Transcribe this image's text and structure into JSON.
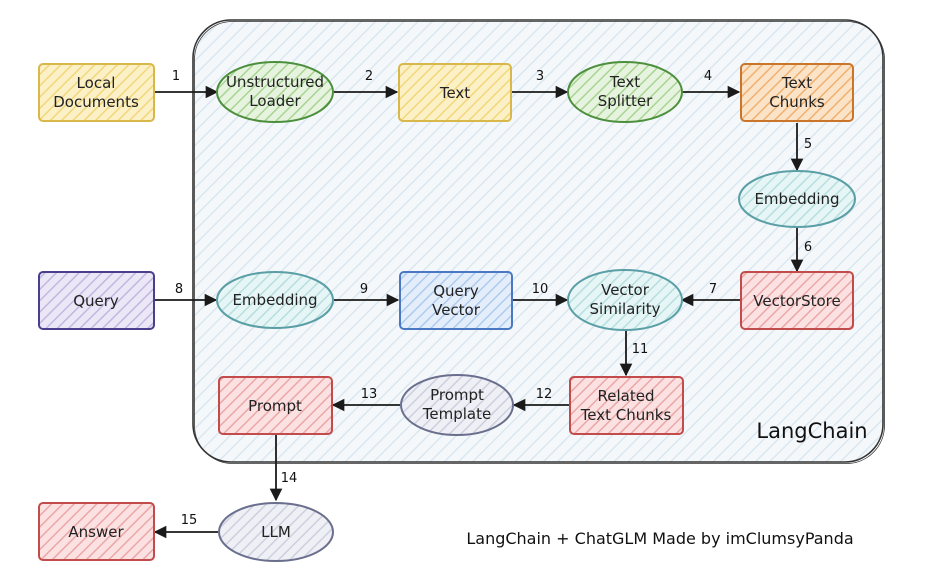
{
  "container_label": "LangChain",
  "credit": "LangChain + ChatGLM Made by imClumsyPanda",
  "nodes": {
    "local_documents": [
      "Local",
      "Documents"
    ],
    "unstructured_loader": [
      "Unstructured",
      "Loader"
    ],
    "text": [
      "Text"
    ],
    "text_splitter": [
      "Text",
      "Splitter"
    ],
    "text_chunks": [
      "Text",
      "Chunks"
    ],
    "embedding_doc": [
      "Embedding"
    ],
    "vectorstore": [
      "VectorStore"
    ],
    "query": [
      "Query"
    ],
    "embedding_query": [
      "Embedding"
    ],
    "query_vector": [
      "Query",
      "Vector"
    ],
    "vector_similarity": [
      "Vector",
      "Similarity"
    ],
    "related_text_chunks": [
      "Related",
      "Text Chunks"
    ],
    "prompt_template": [
      "Prompt",
      "Template"
    ],
    "prompt": [
      "Prompt"
    ],
    "llm": [
      "LLM"
    ],
    "answer": [
      "Answer"
    ]
  },
  "edges": [
    "1",
    "2",
    "3",
    "4",
    "5",
    "6",
    "7",
    "8",
    "9",
    "10",
    "11",
    "12",
    "13",
    "14",
    "15"
  ],
  "colors": {
    "yellow": "#f6e6a6",
    "yellow_stroke": "#d8b84a",
    "green": "#cfe8c2",
    "green_stroke": "#4c8f3c",
    "orange": "#f7cfa4",
    "orange_stroke": "#c9762a",
    "teal": "#d3ecec",
    "teal_stroke": "#5a9ea6",
    "red": "#f6c9c9",
    "red_stroke": "#c24b4b",
    "purple": "#dcd6ee",
    "purple_stroke": "#4a3f8c",
    "blue": "#cfe0f6",
    "blue_stroke": "#4a78c2",
    "gray": "#e4e6ee",
    "gray_stroke": "#6a6f8e",
    "container": "#eef4f8"
  }
}
